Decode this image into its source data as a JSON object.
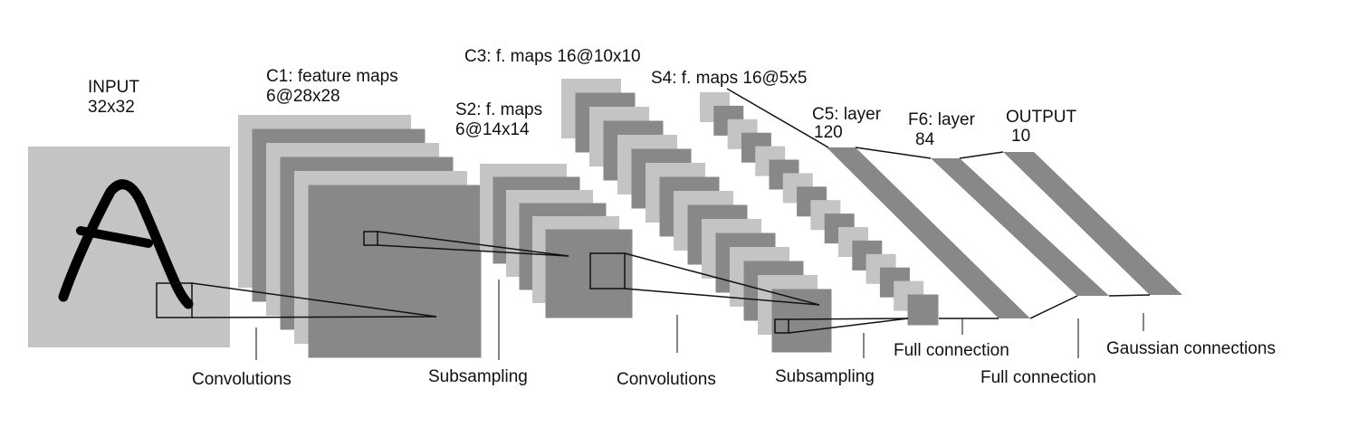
{
  "colors": {
    "light": "#c4c4c4",
    "dark": "#888888",
    "line": "#111111"
  },
  "layers": {
    "input": {
      "name": "INPUT",
      "size": "32x32"
    },
    "c1": {
      "name": "C1: feature maps",
      "size": "6@28x28",
      "maps": 6
    },
    "s2": {
      "name": "S2: f. maps",
      "size": "6@14x14",
      "maps": 6
    },
    "c3": {
      "name": "C3: f. maps 16@10x10",
      "maps": 16
    },
    "s4": {
      "name": "S4: f. maps 16@5x5",
      "maps": 16
    },
    "c5": {
      "name": "C5: layer",
      "size": "120"
    },
    "f6": {
      "name": "F6: layer",
      "size": "84"
    },
    "output": {
      "name": "OUTPUT",
      "size": "10"
    }
  },
  "operations": {
    "conv1": "Convolutions",
    "sub1": "Subsampling",
    "conv2": "Convolutions",
    "sub2": "Subsampling",
    "full1": "Full connection",
    "full2": "Full connection",
    "gauss": "Gaussian connections"
  }
}
